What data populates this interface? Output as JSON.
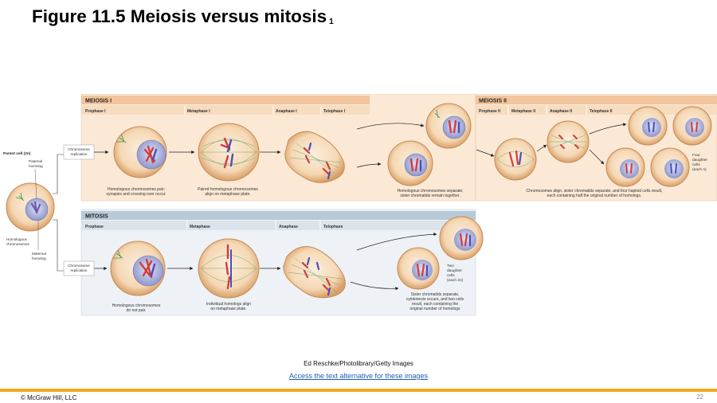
{
  "slide": {
    "title": "Figure 11.5 Meiosis versus mitosis",
    "title_sub": "1",
    "credit": "Ed Reschke/Photolibrary/Getty Images",
    "alt_link": "Access the text alternative for these images",
    "copyright": "© McGraw Hill, LLC",
    "page_number": "22"
  },
  "colors": {
    "accent_bar": "#f1a91b",
    "meiosis_header": "#f2c59d",
    "mitosis_header": "#b8c9d8",
    "panel_bg": "#fbe9d6",
    "link": "#1f5fb3"
  },
  "left": {
    "parent_cell": "Parent cell (2n)",
    "paternal": [
      "Paternal",
      "homolog"
    ],
    "homologous": [
      "Homologous",
      "chromosomes"
    ],
    "maternal": [
      "Maternal",
      "homolog"
    ],
    "replication_top": [
      "Chromosome",
      "replication"
    ],
    "replication_bottom": [
      "Chromosome",
      "replication"
    ]
  },
  "meiosis1": {
    "header": "MEIOSIS I",
    "phases": [
      "Prophase I",
      "Metaphase I",
      "Anaphase I",
      "Telophase I"
    ],
    "cap_prophase": [
      "Homologous chromosomes pair;",
      "synapsis and crossing over occur."
    ],
    "cap_metaphase": [
      "Paired homologous chromosomes",
      "align on metaphase plate."
    ],
    "cap_telophase": [
      "Homologous chromosomes separate;",
      "sister chromatids remain together."
    ]
  },
  "meiosis2": {
    "header": "MEIOSIS II",
    "phases": [
      "Prophase II",
      "Metaphase II",
      "Anaphase II",
      "Telophase II"
    ],
    "daughters": [
      "Four",
      "daughter",
      "cells",
      "(each n)"
    ],
    "caption": [
      "Chromosomes align, sister chromatids separate, and four haploid cells result,",
      "each containing half the original number of homologs."
    ]
  },
  "mitosis": {
    "header": "MITOSIS",
    "phases": [
      "Prophase",
      "Metaphase",
      "Anaphase",
      "Telophase"
    ],
    "cap_prophase": [
      "Homologous chromosomes",
      "do not pair."
    ],
    "cap_metaphase": [
      "Individual homologs align",
      "on metaphase plate."
    ],
    "daughters": [
      "Two",
      "daughter",
      "cells",
      "(each 2n)"
    ],
    "caption": [
      "Sister chromatids separate,",
      "cytokinesis occurs, and two cells",
      "result, each containing the",
      "original number of homologs"
    ]
  }
}
